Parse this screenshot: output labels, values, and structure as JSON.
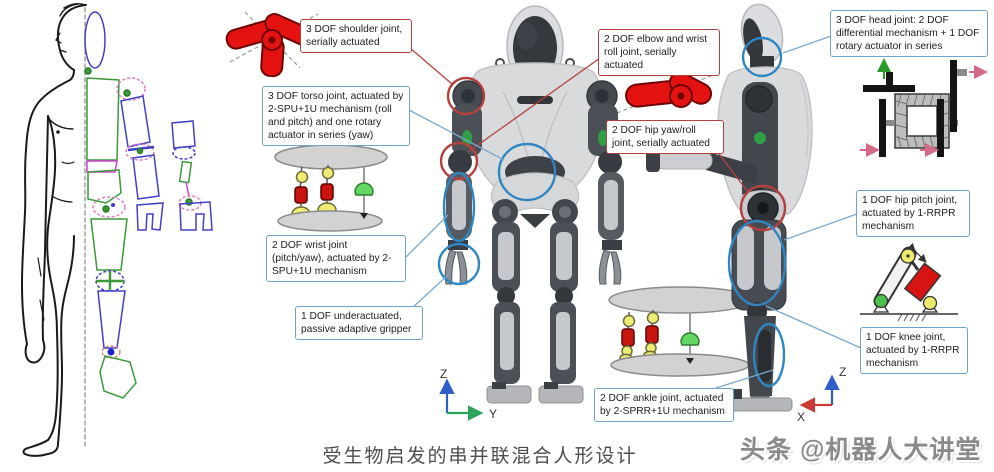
{
  "figure": {
    "caption": "受生物启发的串并联混合人形设计",
    "watermark": "头条 @机器人大讲堂"
  },
  "labels": {
    "shoulder": "3 DOF shoulder joint, serially actuated",
    "elbow": "2 DOF elbow and wrist roll joint, serially actuated",
    "hip_yaw_roll": "2 DOF hip yaw/roll joint, serially actuated",
    "torso": "3 DOF torso joint, actuated by 2-SPU+1U mechanism (roll and pitch) and one rotary actuator in series (yaw)",
    "wrist": "2 DOF wrist joint (pitch/yaw), actuated by 2-SPU+1U mechanism",
    "gripper": "1 DOF underactuated, passive adaptive gripper",
    "head": "3 DOF head joint: 2 DOF differential mechanism + 1 DOF rotary actuator in series",
    "hip_pitch": "1 DOF hip pitch joint, actuated by 1-RRPR mechanism",
    "knee": "1 DOF knee joint, actuated by 1-RRPR mechanism",
    "ankle": "2 DOF ankle joint, actuated by 2-SPRR+1U mechanism"
  },
  "axes": {
    "front_view": {
      "vertical": "Z",
      "horizontal": "Y"
    },
    "side_view": {
      "vertical": "Z",
      "horizontal": "X"
    }
  },
  "colors": {
    "serial_label_border": "#b5413e",
    "parallel_label_border": "#6fa3cc",
    "actuator_red": "#e41210",
    "accent_green": "#2f9e44",
    "annotation_red": "#b5413e",
    "annotation_blue": "#2f86c2",
    "axis_z": "#2b5fc7",
    "axis_y": "#2aa45a",
    "axis_x": "#cc3b35"
  }
}
